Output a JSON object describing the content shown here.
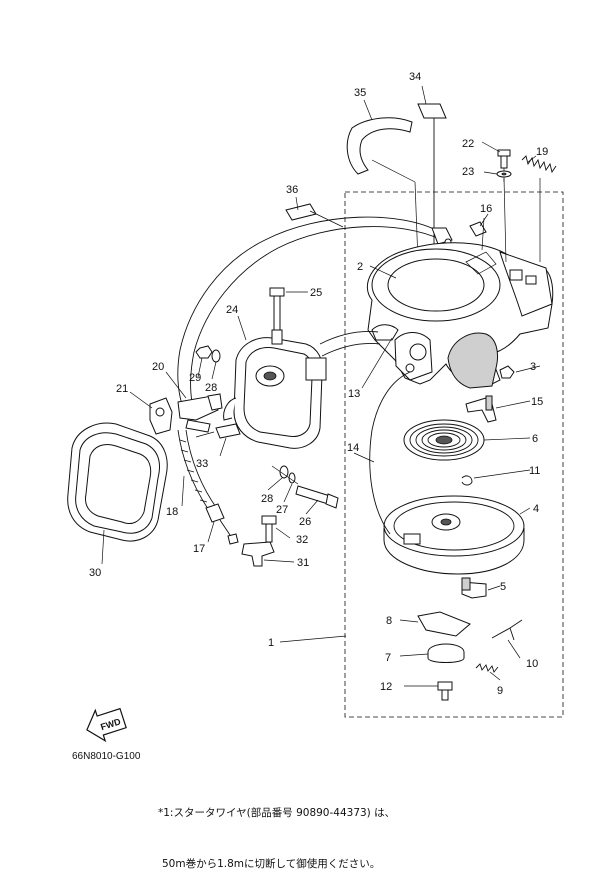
{
  "diagram": {
    "part_numbers": {
      "p1": "1",
      "p2": "2",
      "p3": "3",
      "p4": "4",
      "p5": "5",
      "p6": "6",
      "p7": "7",
      "p8": "8",
      "p9": "9",
      "p10": "10",
      "p11": "11",
      "p12": "12",
      "p13": "13",
      "p14": "14",
      "p15": "15",
      "p16": "16",
      "p17": "17",
      "p18": "18",
      "p19": "19",
      "p20": "20",
      "p21": "21",
      "p22": "22",
      "p23": "23",
      "p24": "24",
      "p25": "25",
      "p26": "26",
      "p27": "27",
      "p28a": "28",
      "p28b": "28",
      "p29": "29",
      "p30": "30",
      "p31": "31",
      "p32": "32",
      "p33": "33",
      "p34": "34",
      "p35": "35",
      "p36": "36"
    },
    "fwd_label": "FWD",
    "drawing_code": "66N8010-G100",
    "note_line1": "*1:スタータワイヤ(部品番号 90890-44373) は、",
    "note_line2": "50m巻から1.8mに切断して御使用ください。"
  }
}
